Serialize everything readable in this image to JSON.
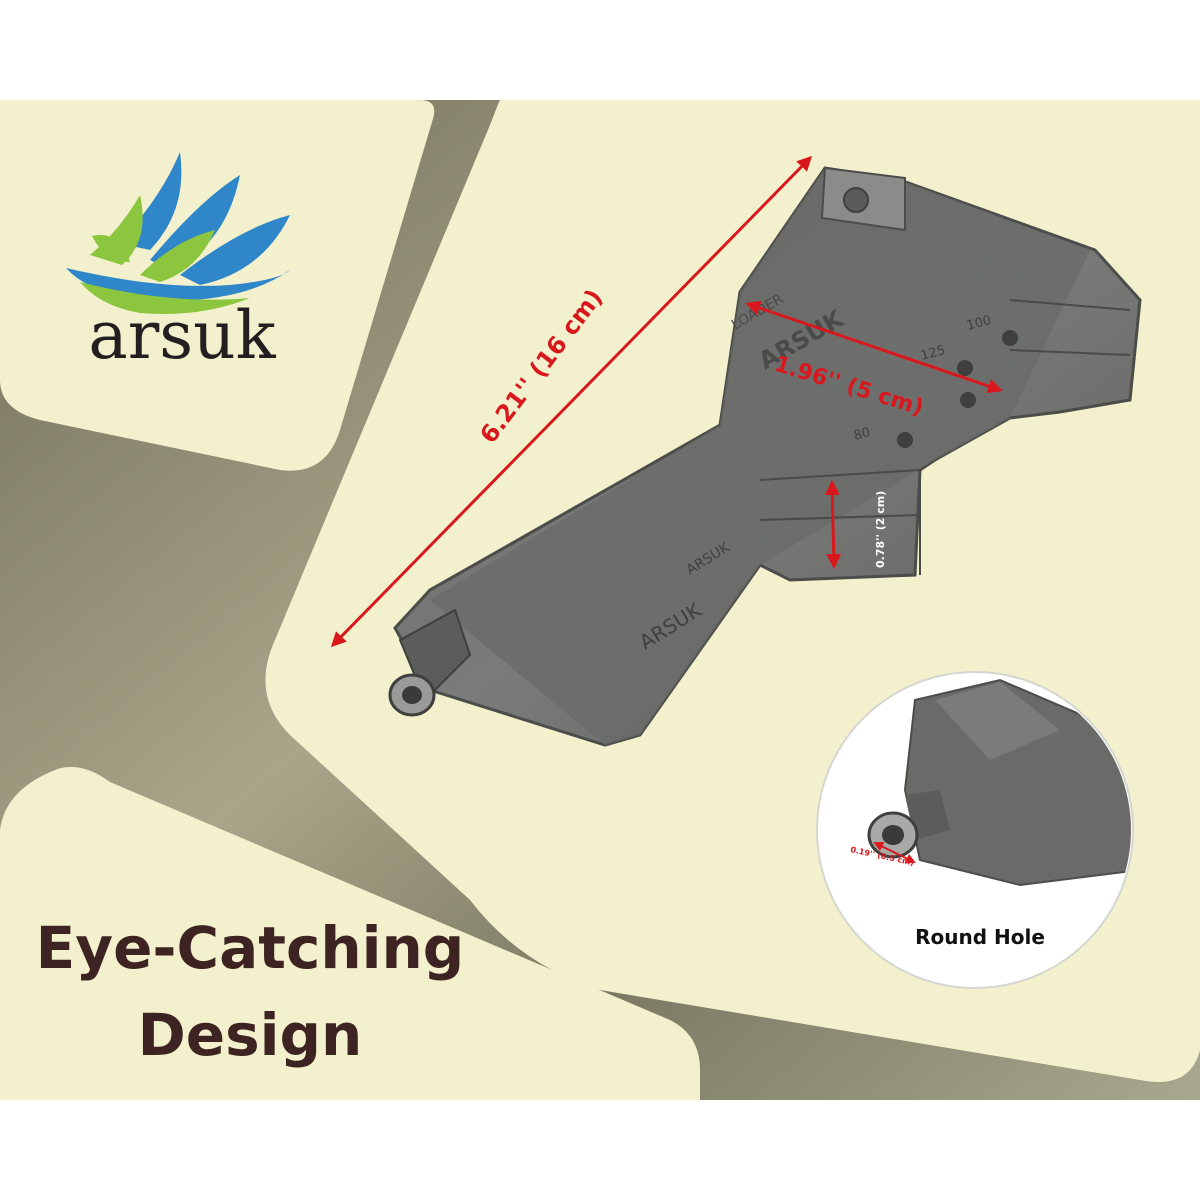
{
  "brand": {
    "name": "arsuk"
  },
  "product": {
    "body_mark_top": "ARSUK",
    "body_mark_side": "ARSUK",
    "body_mark_rail": "LOADER",
    "capacity_marks": [
      "100",
      "125",
      "80"
    ]
  },
  "dimensions": {
    "length": "6.21'' (16 cm)",
    "width": "1.96'' (5 cm)",
    "height": "0.78'' (2 cm)",
    "hole": "0.19'' (0.5 cm)"
  },
  "inset": {
    "caption": "Round Hole"
  },
  "headline": {
    "line1": "Eye-Catching",
    "line2": "Design"
  },
  "colors": {
    "panel": "#f2f0cd",
    "metal": "#8c8a72",
    "arrow": "#d9181e",
    "heading": "#3d2422",
    "logo_text": "#231f20",
    "leaf_blue": "#2f86c8",
    "leaf_green": "#8cc63f",
    "body": "#6e6f6c"
  }
}
